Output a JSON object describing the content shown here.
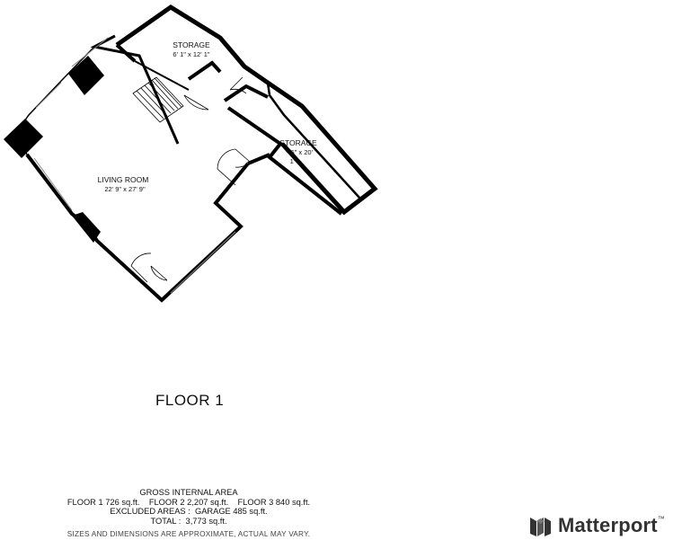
{
  "floor": {
    "title": "FLOOR 1"
  },
  "rooms": [
    {
      "label": "STORAGE",
      "dims": "6' 1\" x 12' 1\""
    },
    {
      "label": "STORAGE",
      "dims_line1": "' 6\" x 20'",
      "dims_line2": "1\""
    },
    {
      "label": "LIVING ROOM",
      "dims": "22' 9\" x 27' 9\""
    }
  ],
  "area": {
    "heading": "GROSS INTERNAL AREA",
    "floors_line": "FLOOR 1 726 sq.ft.    FLOOR 2 2,207 sq.ft.    FLOOR 3 840 sq.ft.",
    "excluded_line": "EXCLUDED AREAS :  GARAGE 485 sq.ft.",
    "total_line": "TOTAL :  3,773 sq.ft.",
    "disclaimer": "SIZES AND DIMENSIONS ARE APPROXIMATE, ACTUAL MAY VARY."
  },
  "brand": {
    "name": "Matterport",
    "mark_suffix": "™",
    "icon": "matterport-logo-icon"
  },
  "colors": {
    "wall": "#000000",
    "text": "#111111",
    "background": "#ffffff"
  }
}
